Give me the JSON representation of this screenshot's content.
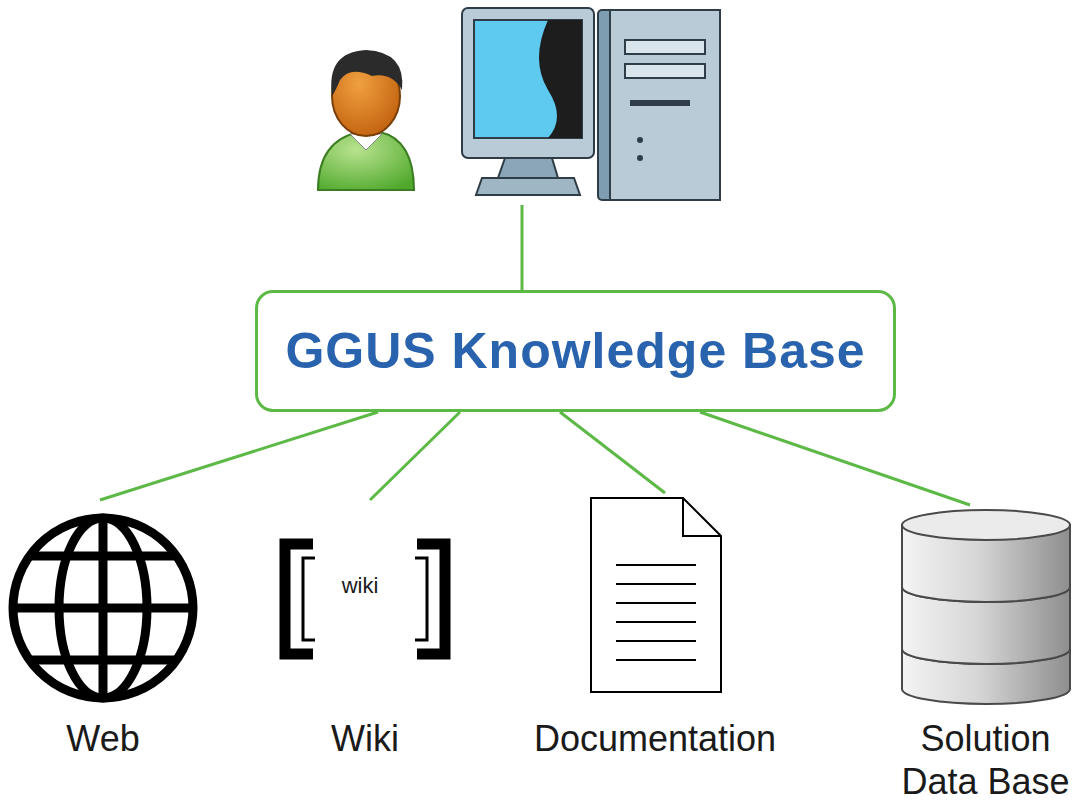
{
  "diagram": {
    "nodes": [
      {
        "text": [
          "GGUS Knowledge Base"
        ]
      },
      {
        "text": [
          "Web"
        ]
      },
      {
        "text": [
          "wiki",
          "Wiki"
        ]
      },
      {
        "text": [
          "Documentation"
        ]
      },
      {
        "text": [
          "Solution Data Base"
        ]
      }
    ],
    "edges": [
      {
        "from": 0,
        "to": 1,
        "arrow": "none"
      },
      {
        "from": 0,
        "to": 2,
        "arrow": "none"
      },
      {
        "from": 0,
        "to": 3,
        "arrow": "none"
      },
      {
        "from": 0,
        "to": 4,
        "arrow": "none"
      }
    ]
  }
}
